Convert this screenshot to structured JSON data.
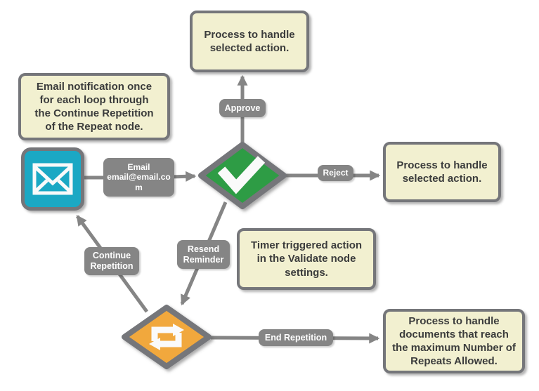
{
  "title": "Email validate-and-repeat workflow diagram",
  "colors": {
    "bg": "#ffffff",
    "connector-gray": "#858585",
    "shape-border": "#75767a",
    "note-fill": "#f2f0d0",
    "note-text": "#3b3c3c",
    "label-text": "#ffffff",
    "email-teal": "#1ba8c4",
    "validate-green": "#2d9c44",
    "repeat-orange": "#f1a83e",
    "icon-white": "#fafafa"
  },
  "notes": {
    "approve_process": "Process to handle selected action.",
    "email_note": "Email notification once for each loop through the Continue Repetition of the Repeat node.",
    "reject_process": "Process to handle selected action.",
    "timer_note": "Timer triggered action in the Validate node settings.",
    "end_process": "Process to handle documents that reach the maximum Number of Repeats Allowed."
  },
  "edge_labels": {
    "approve": "Approve",
    "email": "Email email@email.com",
    "reject": "Reject",
    "resend_reminder": "Resend Reminder",
    "continue_repetition": "Continue Repetition",
    "end_repetition": "End Repetition"
  },
  "nodes": {
    "email": {
      "type": "email node",
      "icon": "envelope-icon"
    },
    "validate": {
      "type": "validate node",
      "icon": "checkmark-icon"
    },
    "repeat": {
      "type": "repeat node",
      "icon": "repeat-icon"
    }
  }
}
